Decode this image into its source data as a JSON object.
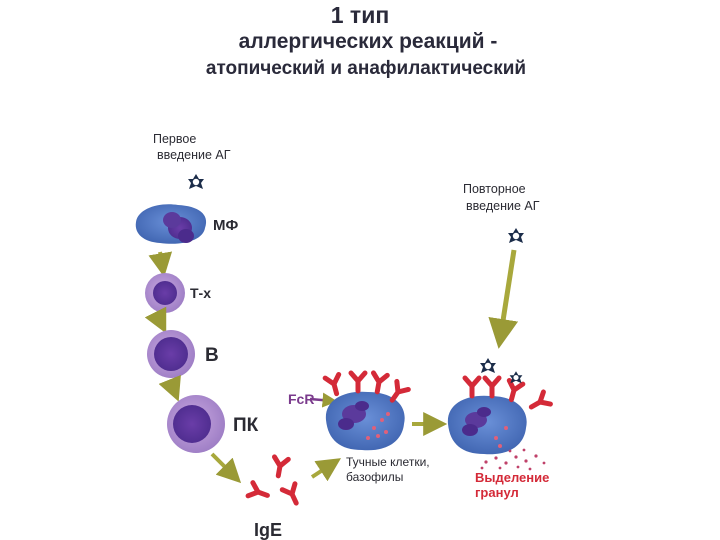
{
  "title": {
    "line1": "1 тип",
    "line2": "аллергических реакций -",
    "line3": "атопический и анафилактический"
  },
  "labels": {
    "first_intro": [
      "Первое",
      "введение АГ"
    ],
    "mf": "МФ",
    "tx": "Т-х",
    "b": "В",
    "pk": "ПК",
    "fcr": "FcR",
    "ige": "IgE",
    "repeat_intro": [
      "Повторное",
      "введение АГ"
    ],
    "mast_cells": [
      "Тучные клетки,",
      "базофилы"
    ],
    "granule_release": [
      "Выделение",
      "гранул"
    ]
  },
  "colors": {
    "cell_outer": "#4d78c4",
    "cell_nucleus": "#5b3a9c",
    "antibody": "#d42a38",
    "arrow": "#a8a83c",
    "antigen": "#1c2d4a",
    "release_text": "#d42a38"
  }
}
